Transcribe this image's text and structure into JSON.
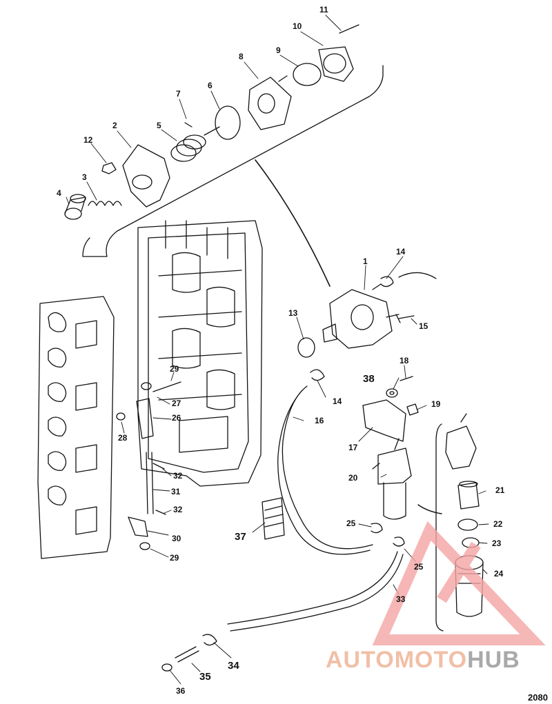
{
  "callouts": [
    {
      "id": "c1",
      "text": "1"
    },
    {
      "id": "c2",
      "text": "2"
    },
    {
      "id": "c3",
      "text": "3"
    },
    {
      "id": "c4",
      "text": "4"
    },
    {
      "id": "c5",
      "text": "5"
    },
    {
      "id": "c6",
      "text": "6"
    },
    {
      "id": "c7",
      "text": "7"
    },
    {
      "id": "c8",
      "text": "8"
    },
    {
      "id": "c9",
      "text": "9"
    },
    {
      "id": "c10",
      "text": "10"
    },
    {
      "id": "c11",
      "text": "11"
    },
    {
      "id": "c12",
      "text": "12"
    },
    {
      "id": "c13",
      "text": "13"
    },
    {
      "id": "c14a",
      "text": "14"
    },
    {
      "id": "c14b",
      "text": "14"
    },
    {
      "id": "c15",
      "text": "15"
    },
    {
      "id": "c16",
      "text": "16"
    },
    {
      "id": "c17",
      "text": "17"
    },
    {
      "id": "c18",
      "text": "18"
    },
    {
      "id": "c19",
      "text": "19"
    },
    {
      "id": "c20",
      "text": "20"
    },
    {
      "id": "c21",
      "text": "21"
    },
    {
      "id": "c22",
      "text": "22"
    },
    {
      "id": "c23",
      "text": "23"
    },
    {
      "id": "c24",
      "text": "24"
    },
    {
      "id": "c25a",
      "text": "25"
    },
    {
      "id": "c25b",
      "text": "25"
    },
    {
      "id": "c26",
      "text": "26"
    },
    {
      "id": "c27",
      "text": "27"
    },
    {
      "id": "c28",
      "text": "28"
    },
    {
      "id": "c29a",
      "text": "29"
    },
    {
      "id": "c29b",
      "text": "29"
    },
    {
      "id": "c30",
      "text": "30"
    },
    {
      "id": "c31",
      "text": "31"
    },
    {
      "id": "c32a",
      "text": "32"
    },
    {
      "id": "c32b",
      "text": "32"
    },
    {
      "id": "c33",
      "text": "33"
    },
    {
      "id": "c34",
      "text": "34"
    },
    {
      "id": "c35",
      "text": "35"
    },
    {
      "id": "c36",
      "text": "36"
    },
    {
      "id": "c37",
      "text": "37"
    },
    {
      "id": "c38",
      "text": "38"
    }
  ],
  "watermark": {
    "part_a": "AUTOMOTO",
    "part_b": "HUB",
    "color_a": "#f1bfa6",
    "color_b": "#a9a9a9",
    "triangle_color": "#f4a5a5"
  },
  "figure_number": "2080"
}
